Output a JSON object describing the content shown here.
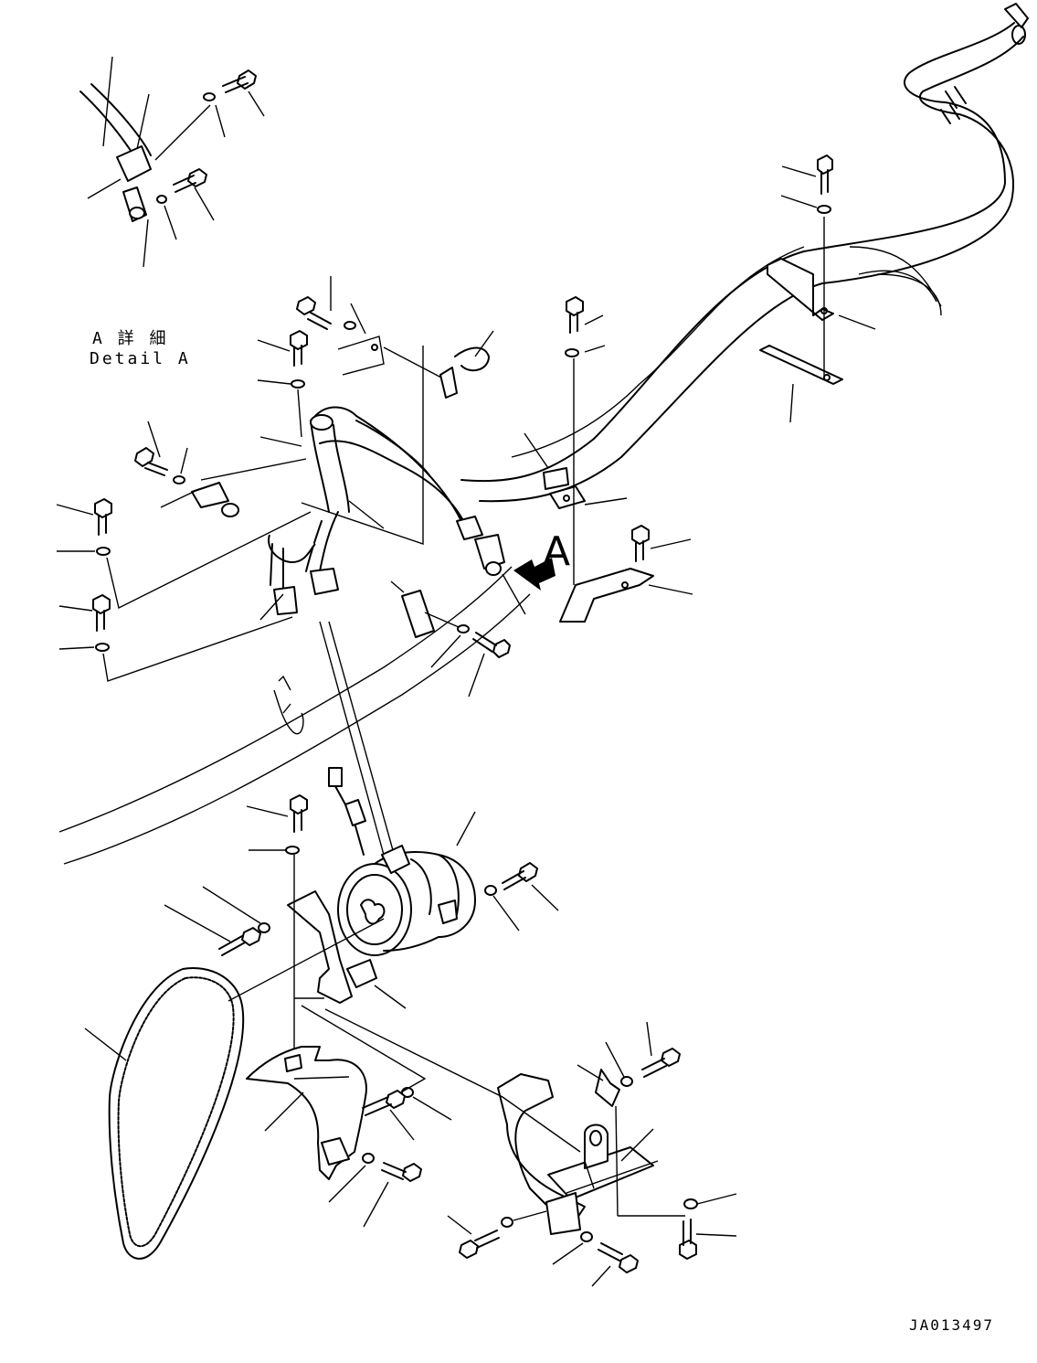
{
  "labels": {
    "detail_a_jp": "A 詳 細",
    "detail_a_en": "Detail A",
    "view_arrow": "A",
    "drawing_code": "JA013497"
  },
  "colors": {
    "line": "#000000",
    "background": "#ffffff"
  }
}
